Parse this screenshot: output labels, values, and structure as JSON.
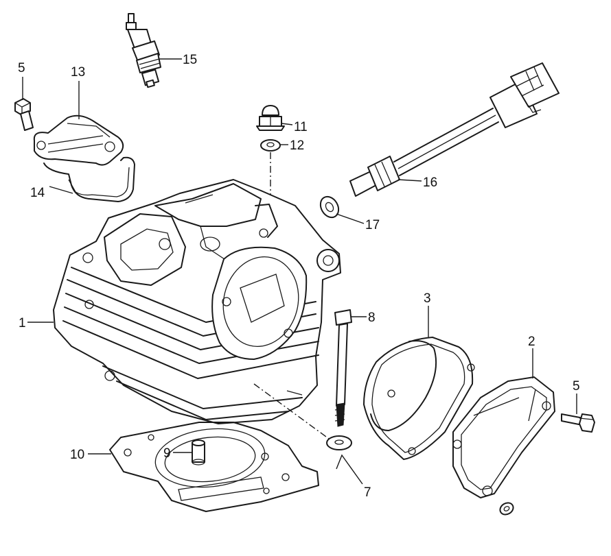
{
  "callouts": {
    "c1": "1",
    "c2": "2",
    "c3": "3",
    "c5a": "5",
    "c5b": "5",
    "c7": "7",
    "c8": "8",
    "c9": "9",
    "c10": "10",
    "c11": "11",
    "c12": "12",
    "c13": "13",
    "c14": "14",
    "c15": "15",
    "c16": "16",
    "c17": "17"
  },
  "colors": {
    "line": "#1a1a1a",
    "background": "#ffffff"
  }
}
